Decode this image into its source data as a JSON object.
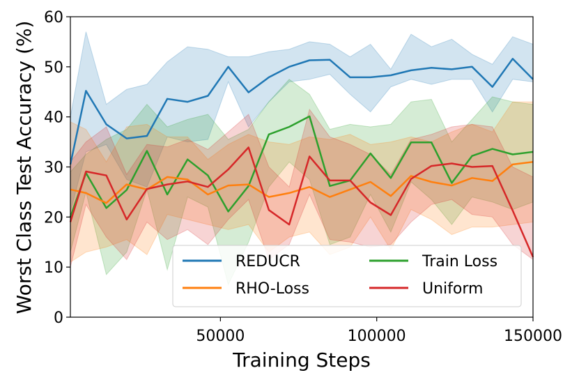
{
  "chart_data": {
    "type": "line",
    "xlabel": "Training Steps",
    "ylabel": "Worst Class Test Accuracy (%)",
    "xlim": [
      2000,
      150000
    ],
    "ylim": [
      0,
      60
    ],
    "xticks": [
      50000,
      100000,
      150000
    ],
    "xtick_labels": [
      "50000",
      "100000",
      "150000"
    ],
    "yticks": [
      0,
      10,
      20,
      30,
      40,
      50,
      60
    ],
    "ytick_labels": [
      "0",
      "10",
      "20",
      "30",
      "40",
      "50",
      "60"
    ],
    "grid": false,
    "legend_position": "lower-right",
    "x": [
      2000,
      7000,
      13500,
      20000,
      26500,
      33000,
      39500,
      46000,
      52500,
      59000,
      65500,
      72000,
      78500,
      85000,
      91500,
      98000,
      104500,
      111000,
      117500,
      124000,
      130500,
      137000,
      143500,
      150000
    ],
    "series": [
      {
        "name": "REDUCR",
        "color": "#1f77b4",
        "values": [
          30.5,
          45.2,
          38.5,
          35.7,
          36.2,
          43.6,
          43.0,
          44.2,
          50.0,
          44.9,
          47.9,
          50.0,
          51.3,
          51.4,
          47.9,
          47.9,
          48.3,
          49.3,
          49.8,
          49.5,
          50.0,
          46.0,
          51.6,
          47.5
        ],
        "lower": [
          21.0,
          33.0,
          34.5,
          27.5,
          26.0,
          36.0,
          35.0,
          35.5,
          47.0,
          38.0,
          43.0,
          47.0,
          47.5,
          48.5,
          44.5,
          41.0,
          46.0,
          47.5,
          46.5,
          47.5,
          47.5,
          41.0,
          47.5,
          47.0
        ],
        "upper": [
          40.0,
          57.0,
          42.5,
          45.5,
          46.5,
          51.0,
          54.0,
          53.5,
          52.0,
          52.0,
          53.0,
          53.5,
          55.0,
          54.5,
          52.0,
          54.5,
          49.5,
          56.5,
          54.0,
          55.5,
          52.5,
          50.5,
          56.0,
          54.5
        ]
      },
      {
        "name": "Train Loss",
        "color": "#2ca02c",
        "values": [
          20.0,
          28.8,
          21.8,
          25.4,
          33.2,
          24.5,
          31.5,
          28.3,
          21.1,
          26.2,
          36.5,
          38.0,
          40.1,
          26.2,
          27.3,
          32.7,
          27.8,
          34.9,
          34.9,
          26.8,
          32.2,
          33.6,
          32.5,
          33.0
        ],
        "lower": [
          13.0,
          25.0,
          8.5,
          13.0,
          25.5,
          9.5,
          24.0,
          22.0,
          6.5,
          15.0,
          26.0,
          31.0,
          27.5,
          14.5,
          16.0,
          24.5,
          17.0,
          27.0,
          23.5,
          18.5,
          24.0,
          23.0,
          21.5,
          23.0
        ],
        "upper": [
          29.0,
          32.5,
          35.5,
          37.5,
          42.5,
          38.0,
          39.5,
          40.5,
          35.5,
          37.5,
          43.0,
          47.5,
          44.5,
          37.5,
          38.5,
          38.0,
          38.5,
          43.0,
          43.5,
          35.0,
          39.5,
          44.0,
          43.0,
          42.5
        ]
      },
      {
        "name": "RHO-Loss",
        "color": "#ff7f0e",
        "values": [
          25.5,
          24.8,
          22.8,
          26.5,
          25.5,
          28.0,
          27.5,
          24.5,
          26.3,
          26.5,
          24.0,
          24.8,
          26.0,
          24.0,
          25.5,
          27.0,
          24.2,
          28.2,
          27.0,
          26.3,
          27.8,
          27.2,
          30.5,
          31.0
        ],
        "lower": [
          11.0,
          13.0,
          14.0,
          15.5,
          12.5,
          20.5,
          19.5,
          18.5,
          17.5,
          18.5,
          13.0,
          16.0,
          17.0,
          12.5,
          14.0,
          20.0,
          13.5,
          21.5,
          19.5,
          16.5,
          18.0,
          18.0,
          18.5,
          19.0
        ],
        "upper": [
          39.0,
          37.5,
          31.0,
          38.0,
          38.5,
          36.0,
          36.0,
          31.5,
          34.5,
          36.5,
          35.0,
          34.5,
          36.0,
          35.5,
          36.5,
          34.5,
          35.0,
          36.0,
          35.0,
          37.0,
          38.5,
          37.0,
          43.0,
          43.0
        ]
      },
      {
        "name": "Uniform",
        "color": "#d62728",
        "values": [
          19.0,
          29.1,
          28.3,
          19.5,
          25.6,
          26.5,
          27.1,
          26.0,
          29.5,
          33.9,
          21.4,
          18.5,
          32.1,
          27.3,
          27.3,
          22.9,
          20.4,
          27.6,
          30.2,
          30.7,
          30.0,
          30.2,
          21.3,
          12.0
        ],
        "lower": [
          10.0,
          22.5,
          16.0,
          11.5,
          19.0,
          15.5,
          17.5,
          14.5,
          19.5,
          23.5,
          11.5,
          14.5,
          24.5,
          15.5,
          15.0,
          14.0,
          14.5,
          19.0,
          22.5,
          23.5,
          20.5,
          20.0,
          14.5,
          11.5
        ],
        "upper": [
          31.0,
          35.0,
          38.0,
          28.5,
          34.5,
          34.0,
          35.5,
          33.5,
          37.0,
          40.5,
          30.0,
          26.0,
          41.5,
          36.0,
          34.5,
          32.5,
          28.5,
          35.5,
          36.5,
          38.0,
          38.5,
          38.0,
          30.0,
          28.0
        ]
      }
    ]
  }
}
